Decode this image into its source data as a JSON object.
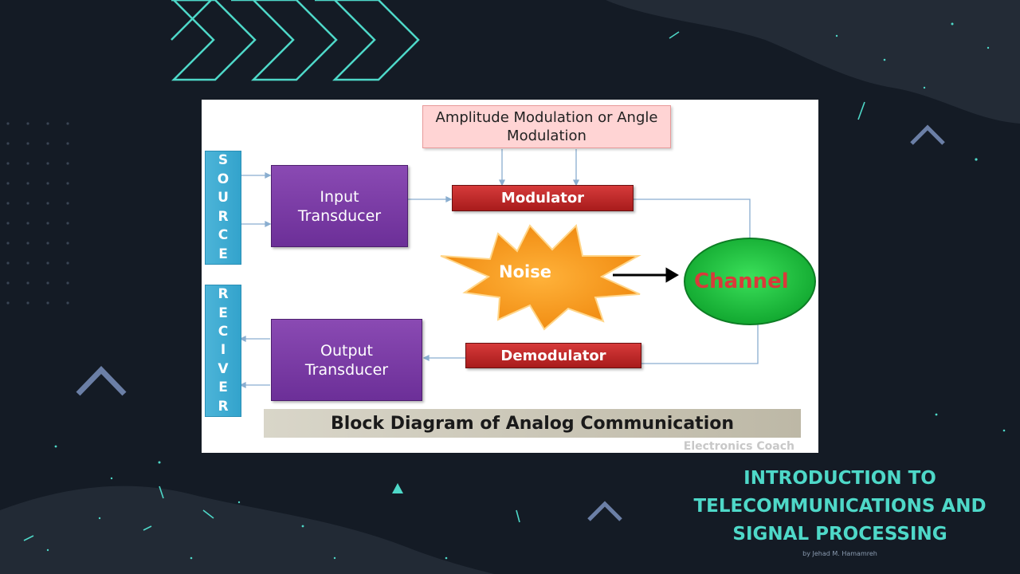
{
  "diagram": {
    "source_label": [
      "S",
      "O",
      "U",
      "R",
      "C",
      "E"
    ],
    "receiver_label": [
      "R",
      "E",
      "C",
      "I",
      "V",
      "E",
      "R"
    ],
    "input_transducer": "Input Transducer",
    "output_transducer": "Output Transducer",
    "modulation_type": "Amplitude Modulation or Angle Modulation",
    "modulator": "Modulator",
    "demodulator": "Demodulator",
    "noise": "Noise",
    "channel": "Channel",
    "caption": "Block Diagram of Analog Communication",
    "watermark": "Electronics Coach"
  },
  "slide": {
    "title_lines": [
      "INTRODUCTION TO",
      "TELECOMMUNICATIONS AND",
      "SIGNAL PROCESSING"
    ],
    "author": "by Jehad M. Hamamreh"
  },
  "colors": {
    "background": "#141b25",
    "accent": "#4ed8c8",
    "chevron": "#6b7fa6"
  }
}
